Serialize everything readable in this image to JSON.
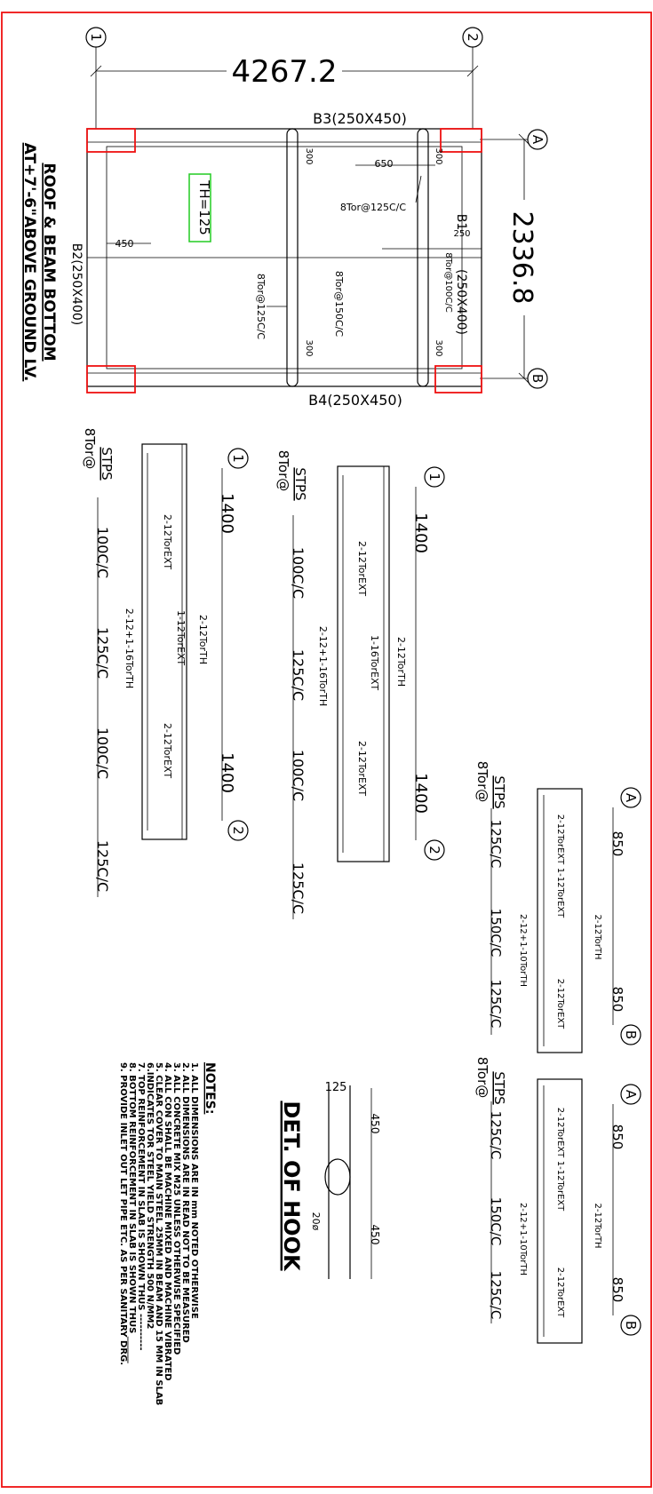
{
  "plan": {
    "title_line1": "ROOF & BEAM BOTTOM",
    "title_line2": "AT+7'-6\"ABOVE GROUND LV.",
    "span_x": "4267.2",
    "span_y": "2336.8",
    "grid_1": "1",
    "grid_2": "2",
    "grid_a": "A",
    "grid_b": "B",
    "beam_b1": "B1",
    "beam_b1_size": "(250X400)",
    "beam_b2": "B2(250X400)",
    "beam_b3": "B3(250X450)",
    "beam_b4": "B4(250X450)",
    "slab_th": "TH=125",
    "dim_300a": "300",
    "dim_300b": "300",
    "dim_300c": "300",
    "dim_300d": "300",
    "dim_650": "650",
    "dim_450": "450",
    "dim_250": "250",
    "bar_1": "8Tor@125C/C",
    "bar_2": "8Tor@150C/C",
    "bar_3": "8Tor@125C/C",
    "bar_4": "8Tor@100C/C"
  },
  "beam_b3": {
    "grid_left": "1",
    "grid_right": "2",
    "dim_left": "1400",
    "dim_right": "1400",
    "stps": "STPS",
    "stps_bar": "8Tor@",
    "sp1": "100C/C",
    "sp2": "125C/C",
    "sp3": "100C/C",
    "sp4": "125C/C",
    "bar_top_th": "2-12TorTH",
    "bar_ext_left": "2-12TorEXT",
    "bar_ext_mid": "1-16TorEXT",
    "bar_ext_right": "2-12TorEXT",
    "bar_bottom": "2-12+1-16TorTH",
    "ghost_title": "DET. OF B3(250X450)"
  },
  "beam_b4": {
    "grid_left": "1",
    "grid_right": "2",
    "dim_left": "1400",
    "dim_right": "1400",
    "stps": "STPS",
    "stps_bar": "8Tor@",
    "sp1": "100C/C",
    "sp2": "125C/C",
    "sp3": "100C/C",
    "sp4": "125C/C",
    "bar_top_th": "2-12TorTH",
    "bar_ext_left": "2-12TorEXT",
    "bar_ext_mid": "1-12TorEXT",
    "bar_ext_right": "2-12TorEXT",
    "bar_bottom": "2-12+1-16TorTH",
    "ghost_title": "DET. OF B4(250X450)"
  },
  "beam_b1": {
    "grid_left": "A",
    "grid_right": "B",
    "dim_left": "850",
    "dim_right": "850",
    "stps": "STPS",
    "stps_bar": "8Tor@",
    "sp1": "125C/C",
    "sp2": "150C/C",
    "sp3": "125C/C",
    "bar_top_th": "2-12TorTH",
    "bar_ext_left": "2-12TorEXT",
    "bar_ext_mid": "1-12TorEXT",
    "bar_ext_right": "2-12TorEXT",
    "bar_bottom": "2-12+1-10TorTH",
    "ghost_title": "DET.OF B1(250X400)"
  },
  "beam_b2": {
    "grid_left": "A",
    "grid_right": "B",
    "dim_left": "850",
    "dim_right": "850",
    "stps": "STPS",
    "stps_bar": "8Tor@",
    "sp1": "125C/C",
    "sp2": "150C/C",
    "sp3": "125C/C",
    "bar_top_th": "2-12TorTH",
    "bar_ext_left": "2-12TorEXT",
    "bar_ext_mid": "1-12TorEXT",
    "bar_ext_right": "2-12TorEXT",
    "bar_bottom": "2-12+1-10TorTH",
    "ghost_title": "DET.OF B2(250X400)"
  },
  "hook": {
    "title": "DET. OF HOOK",
    "dim_125": "125",
    "dim_450a": "450",
    "dim_450b": "450",
    "dia": "20ø"
  },
  "notes": {
    "heading": "NOTES:",
    "items": [
      "1. ALL DIMENSIONS ARE IN mm NOTED OTHERWISE",
      "2. ALL DIMENSIONS ARE IN READ NOT TO BE MEASURED",
      "3. ALL CONCRETE MIX M25 UNLESS OTHERWISE SPECIFIED",
      "4. ALL CON SHALL BE MACHINE MIXED AND MACHINE VIBRATED",
      "5. CLEAR COVER TO MAIN STEEL 25MM IN BEAM AND 15 MM IN SLAB",
      "6.INDICATES TOR STEEL YIELD STRENGTH 500 N/MM2",
      "7. TOP REINFORCEMENT IN SLAB IS SHOWN THUS ----------",
      "8. BOTTOM REINFORCEMENT IN SLAB IS SHOWN THUS ______",
      "9. PROVIDE INLET OUT LET PIPE ETC. AS PER SANITARY DRG."
    ]
  }
}
